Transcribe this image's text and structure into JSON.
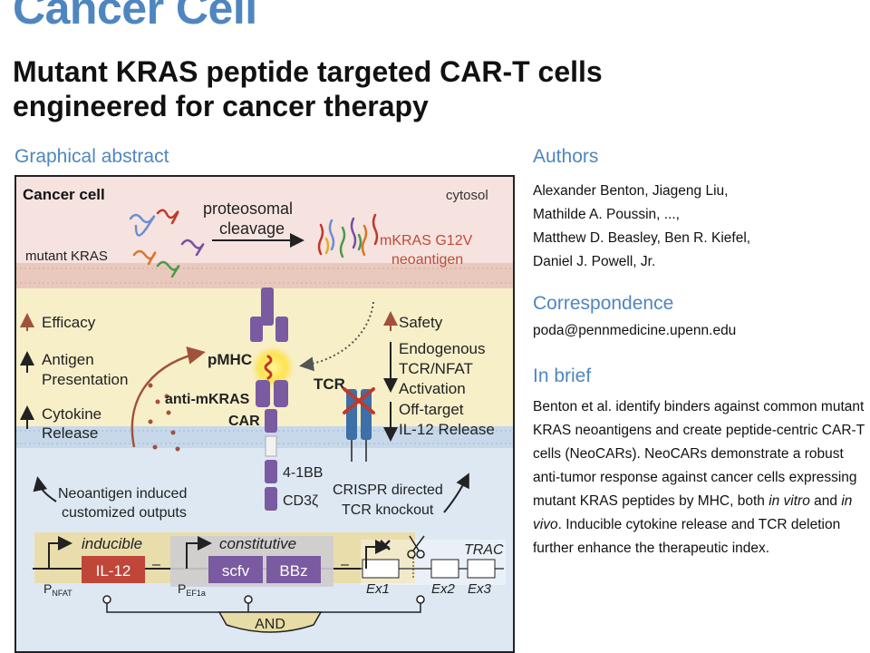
{
  "journal": "Cancer Cell",
  "title_lines": [
    "Mutant KRAS peptide targeted CAR-T cells",
    "engineered for cancer therapy"
  ],
  "sections": {
    "graphical_abstract": "Graphical abstract",
    "authors": "Authors",
    "correspondence": "Correspondence",
    "in_brief": "In brief"
  },
  "authors": [
    "Alexander Benton, Jiageng Liu,",
    "Mathilde A. Poussin, ...,",
    "Matthew D. Beasley, Ben R. Kiefel,",
    "Daniel J. Powell, Jr."
  ],
  "correspondence_email": "poda@pennmedicine.upenn.edu",
  "in_brief_segments": [
    {
      "text": "Benton et al. identify binders against common mutant KRAS neoantigens and create peptide-centric CAR-T cells (NeoCARs). NeoCARs demonstrate a robust anti-tumor response against cancer cells expressing mutant KRAS peptides by MHC, both ",
      "italic": false
    },
    {
      "text": "in vitro",
      "italic": true
    },
    {
      "text": " and ",
      "italic": false
    },
    {
      "text": "in vivo",
      "italic": true
    },
    {
      "text": ". Inducible cytokine release and TCR deletion further enhance the therapeutic index.",
      "italic": false
    }
  ],
  "abstract": {
    "cancer_cell": "Cancer cell",
    "cytosol": "cytosol",
    "proteosomal": "proteosomal",
    "cleavage": "cleavage",
    "mutant_kras": "mutant KRAS",
    "neoantigen_1": "mKRAS G12V",
    "neoantigen_2": "neoantigen",
    "efficacy": "Efficacy",
    "antigen": "Antigen",
    "presentation": "Presentation",
    "cytokine": "Cytokine",
    "release": "Release",
    "safety": "Safety",
    "endogenous": "Endogenous",
    "tcr_nfat": "TCR/NFAT",
    "activation": "Activation",
    "off_target": "Off-target",
    "il12_release": "IL-12 Release",
    "pmhc": "pMHC",
    "anti_mkras": "anti-mKRAS",
    "car": "CAR",
    "tcr": "TCR",
    "costim": "4-1BB",
    "cd3z": "CD3ζ",
    "crispr_1": "CRISPR directed",
    "crispr_2": "TCR knockout",
    "neo_out_1": "Neoantigen induced",
    "neo_out_2": "customized outputs",
    "inducible": "inducible",
    "constitutive": "constitutive",
    "il12": "IL-12",
    "scfv": "scfv",
    "bbz": "BBz",
    "p_letter": "P",
    "nfat_sub": "NFAT",
    "ef1a_sub": "EF1a",
    "trac": "TRAC",
    "ex1": "Ex1",
    "ex2": "Ex2",
    "ex3": "Ex3",
    "and_gate": "AND"
  }
}
